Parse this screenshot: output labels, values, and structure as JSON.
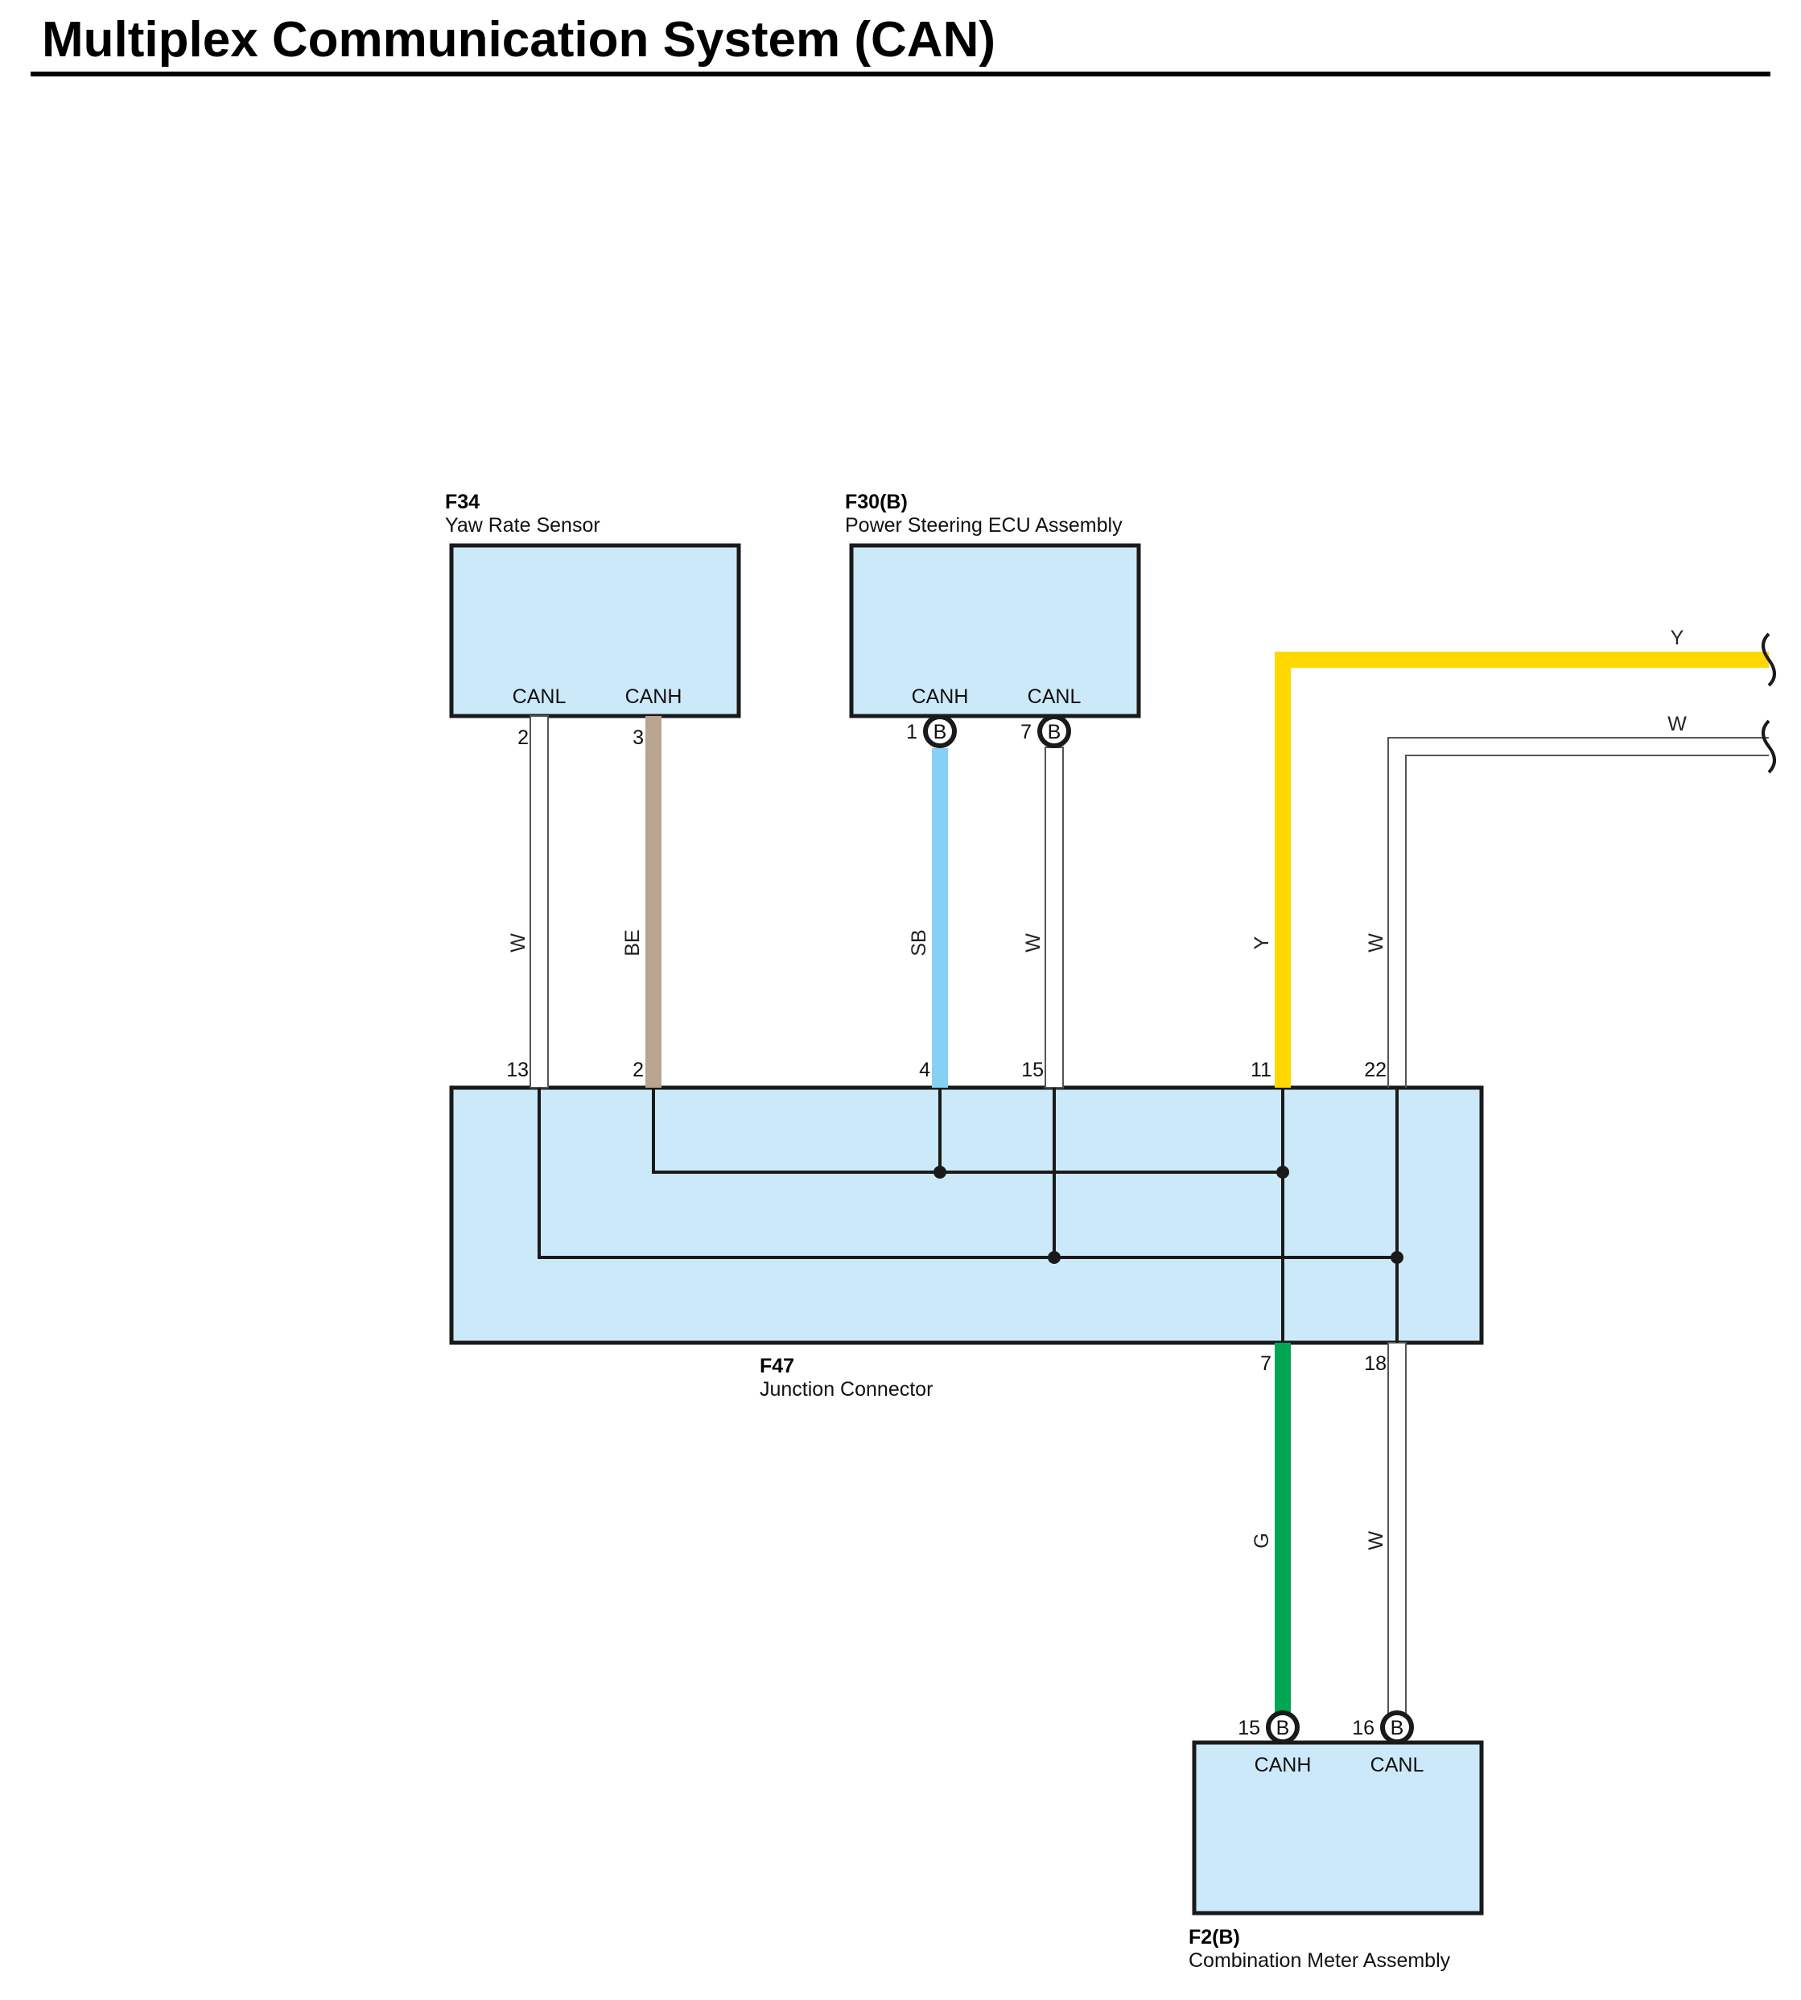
{
  "title": "Multiplex Communication System (CAN)",
  "components": {
    "f34": {
      "code": "F34",
      "name": "Yaw Rate Sensor",
      "terminals": [
        "CANL",
        "CANH"
      ],
      "pins": [
        "2",
        "3"
      ]
    },
    "f30": {
      "code": "F30(B)",
      "name": "Power Steering ECU Assembly",
      "terminals": [
        "CANH",
        "CANL"
      ],
      "pins": [
        "1",
        "7"
      ],
      "pin_badge": "B"
    },
    "f47": {
      "code": "F47",
      "name": "Junction Connector",
      "top_pins": [
        "13",
        "2",
        "4",
        "15",
        "11",
        "22"
      ],
      "bottom_pins": [
        "7",
        "18"
      ]
    },
    "f2": {
      "code": "F2(B)",
      "name": "Combination Meter Assembly",
      "terminals": [
        "CANH",
        "CANL"
      ],
      "pins": [
        "15",
        "16"
      ],
      "pin_badge": "B"
    }
  },
  "wires": {
    "f34_canl": "W",
    "f34_canh": "BE",
    "f30_canh": "SB",
    "f30_canl": "W",
    "ext_canh": "Y",
    "ext_canl": "W",
    "meter_canh": "G",
    "meter_canl": "W",
    "ext_top_y": "Y",
    "ext_top_w": "W"
  },
  "colors": {
    "box_fill": "#cce9f9",
    "yellow": "#ffd800",
    "beige": "#b8a590",
    "sky_blue": "#86d0f5",
    "green": "#00a651",
    "white_wire": "#ffffff"
  }
}
